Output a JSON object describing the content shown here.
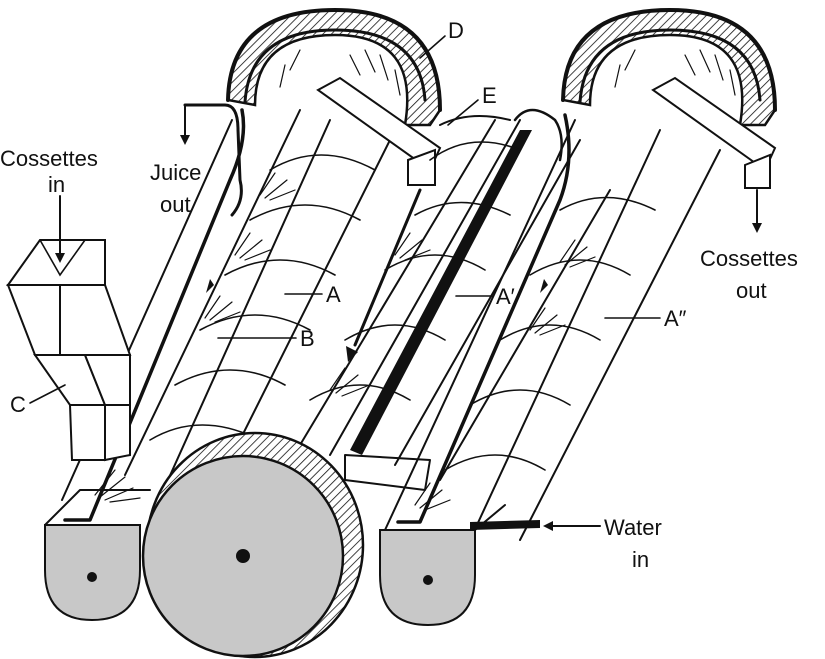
{
  "diagram": {
    "labels": {
      "cossettes_in_line1": "Cossettes",
      "cossettes_in_line2": "in",
      "juice_out_line1": "Juice",
      "juice_out_line2": "out",
      "cossettes_out_line1": "Cossettes",
      "cossettes_out_line2": "out",
      "water_in_line1": "Water",
      "water_in_line2": "in",
      "A": "A",
      "A_prime": "A′",
      "A_double_prime": "A″",
      "B": "B",
      "C": "C",
      "D": "D",
      "E": "E"
    },
    "colors": {
      "line": "#111111",
      "fill_shade": "#c8c8c8",
      "background": "#ffffff"
    }
  }
}
